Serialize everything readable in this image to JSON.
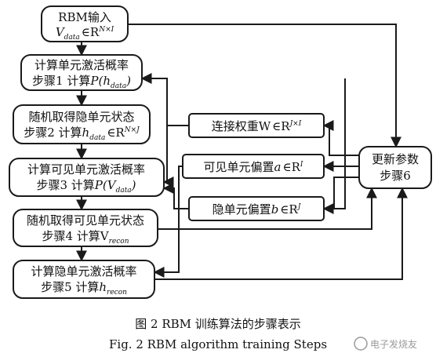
{
  "nodes": {
    "rbm_input": {
      "line1": "RBM输入",
      "v": "V",
      "v_sub": "data",
      "v_in": "∈R",
      "v_sup": "N×I"
    },
    "step1": {
      "line1": "计算单元激活概率",
      "line2_prefix": "步骤1  计算",
      "p": "P",
      "open": "(",
      "h": "h",
      "h_sub": "data",
      "close": ")"
    },
    "step2": {
      "line1": "随机取得隐单元状态",
      "line2_prefix": "步骤2  计算",
      "h": "h",
      "h_sub": "data",
      "in": "∈R",
      "sup": "N×J"
    },
    "step3": {
      "line1": "计算可见单元激活概率",
      "line2_prefix": "步骤3  计算",
      "p": "P",
      "open": "(",
      "v": "V",
      "v_sub": "data",
      "close": ")"
    },
    "step4": {
      "line1": "随机取得可见单元状态",
      "line2_prefix": "步骤4  计算",
      "v": "V",
      "v_sub": "recon"
    },
    "step5": {
      "line1": "计算隐单元激活概率",
      "line2_prefix": "步骤5  计算",
      "h": "h",
      "h_sub": "recon"
    },
    "weights": {
      "prefix": "连接权重",
      "w": "W",
      "in": "∈R",
      "sup": "J×I"
    },
    "visible_bias": {
      "prefix": "可见单元偏置",
      "a": "a",
      "in": "∈R",
      "sup": "I"
    },
    "hidden_bias": {
      "prefix": "隐单元偏置",
      "b": "b",
      "in": "∈R",
      "sup": "J"
    },
    "update": {
      "line1": "更新参数",
      "line2": "步骤6"
    }
  },
  "caption": {
    "zh": "图 2   RBM 训练算法的步骤表示",
    "en": "Fig. 2   RBM algorithm training Steps"
  },
  "watermark": "电子发烧友"
}
